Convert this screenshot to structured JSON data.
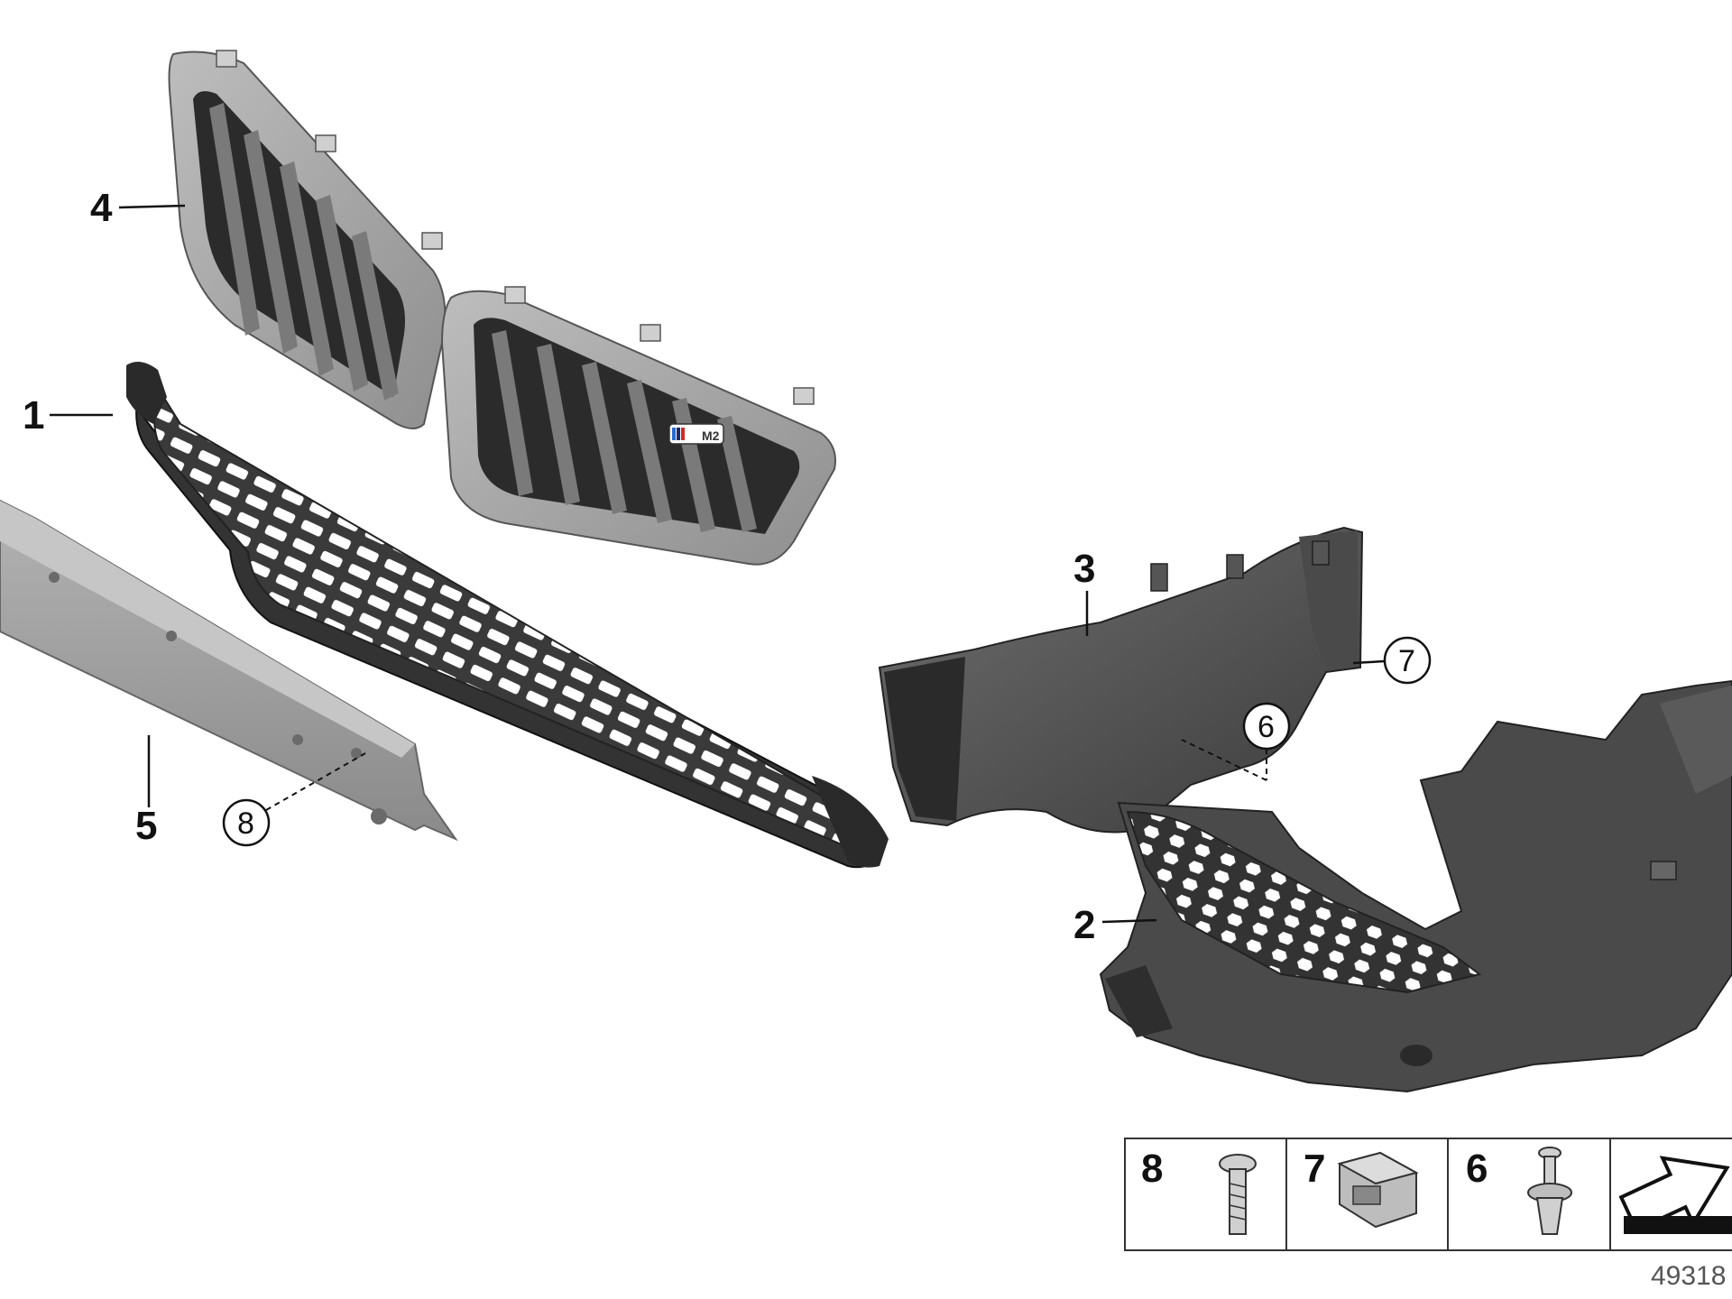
{
  "diagram": {
    "callouts": [
      {
        "id": "1",
        "label": "1"
      },
      {
        "id": "2",
        "label": "2"
      },
      {
        "id": "3",
        "label": "3"
      },
      {
        "id": "4",
        "label": "4"
      },
      {
        "id": "5",
        "label": "5"
      }
    ],
    "circled_callouts": [
      {
        "id": "6",
        "label": "6"
      },
      {
        "id": "7",
        "label": "7"
      },
      {
        "id": "8",
        "label": "8"
      }
    ],
    "badge_text": "M2",
    "legend": [
      {
        "number": "8",
        "part": "screw-icon"
      },
      {
        "number": "7",
        "part": "clip-nut-icon"
      },
      {
        "number": "6",
        "part": "expanding-rivet-icon"
      },
      {
        "number": "",
        "part": "arrow-symbol-icon"
      }
    ],
    "reference_number": "49318"
  },
  "colors": {
    "kidney_frame": "#a9a9a9",
    "slats": "#2f2f2f",
    "black_plastic": "#3a3a3a",
    "carrier_gray": "#9a9a9a",
    "duct_gray": "#555555"
  }
}
